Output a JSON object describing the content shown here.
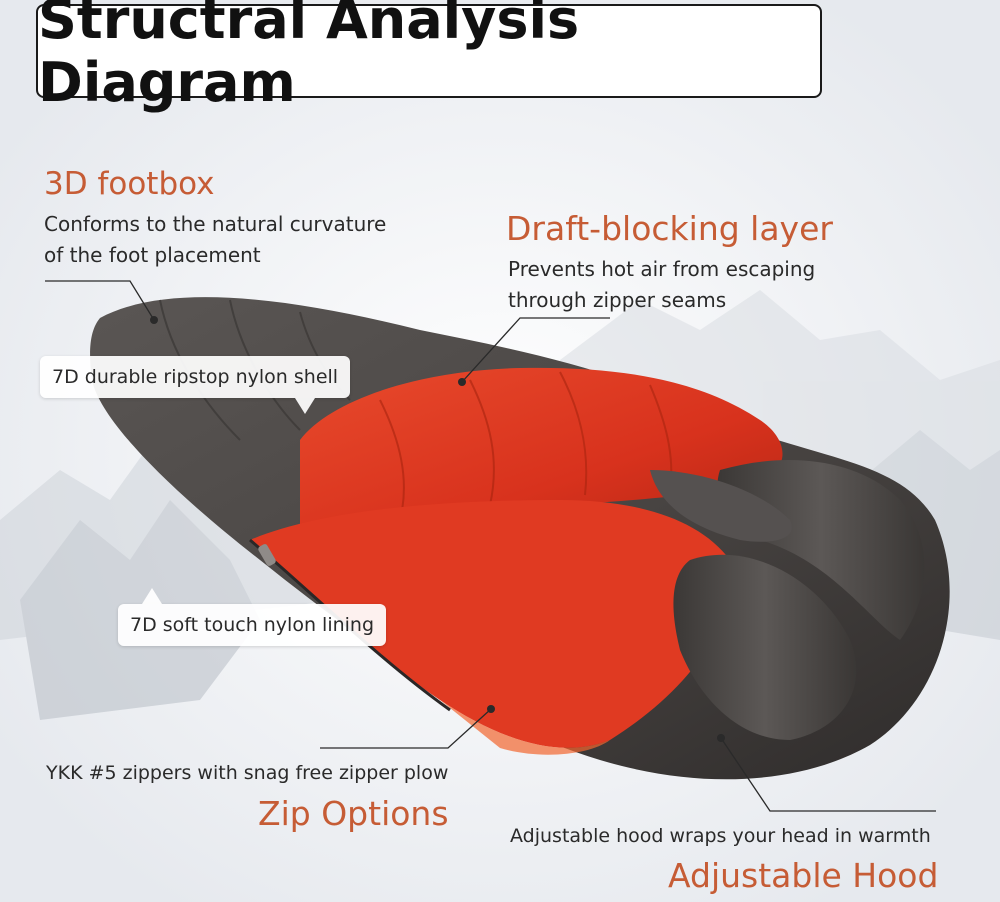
{
  "title": "Structral Analysis Diagram",
  "colors": {
    "heading": "#c65c35",
    "shell": "#4a4644",
    "lining": "#d8321d",
    "background": "#f4f5f7"
  },
  "features": {
    "footbox": {
      "heading": "3D footbox",
      "line1": "Conforms to the natural curvature",
      "line2": "of the foot placement"
    },
    "draft": {
      "heading": "Draft-blocking layer",
      "line1": "Prevents hot air from escaping",
      "line2": "through zipper seams"
    },
    "zip": {
      "heading": "Zip Options",
      "desc": "YKK #5 zippers with snag free zipper plow"
    },
    "hood": {
      "heading": "Adjustable Hood",
      "desc": "Adjustable hood wraps your head in warmth"
    }
  },
  "callouts": {
    "shell": "7D durable ripstop nylon shell",
    "lining": "7D soft touch nylon lining"
  }
}
